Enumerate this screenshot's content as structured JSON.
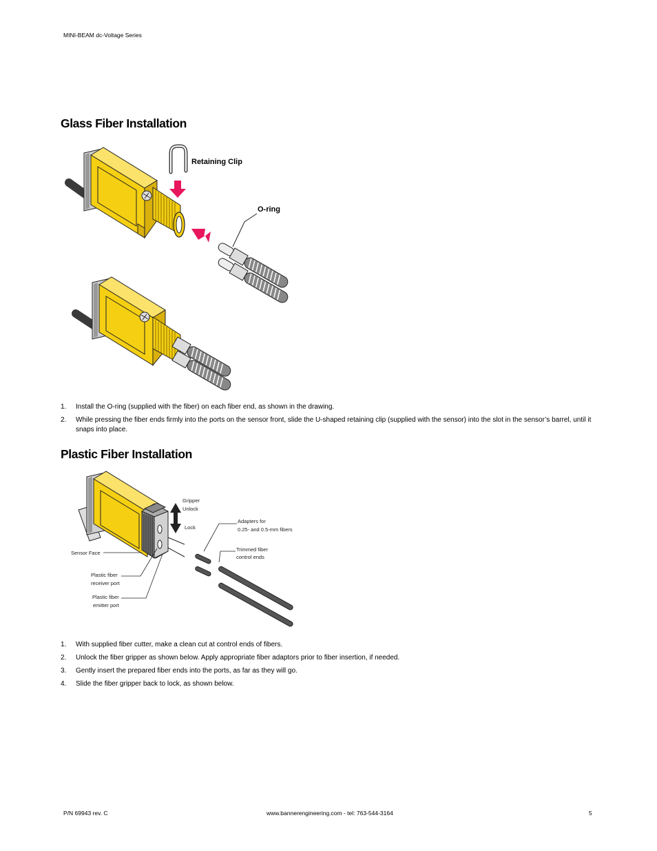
{
  "header": {
    "series": "MINI-BEAM dc-Voltage Series"
  },
  "glass": {
    "title": "Glass Fiber Installation",
    "labels": {
      "clip": "Retaining  Clip",
      "oring": "O-ring"
    },
    "steps": [
      {
        "num": "1.",
        "text": "Install the O-ring (supplied with the fiber) on each fiber end, as shown in the drawing."
      },
      {
        "num": "2.",
        "text": "While pressing the fiber ends firmly into the ports on the sensor front, slide the U-shaped retaining clip (supplied with the sensor) into the slot in the sensor’s barrel, until it snaps into place."
      }
    ]
  },
  "plastic": {
    "title": "Plastic Fiber Installation",
    "labels": {
      "gripper": "Gripper",
      "unlock": "Unlock",
      "lock": "Lock",
      "adapters_1": "Adapters for",
      "adapters_2": "0.25- and 0.5-mm fibers",
      "trimmed_1": "Trimmed fiber",
      "trimmed_2": "control ends",
      "sensor_face": "Sensor Face",
      "receiver_1": "Plastic fiber",
      "receiver_2": "receiver port",
      "emitter_1": "Plastic fiber",
      "emitter_2": "emitter port"
    },
    "steps": [
      {
        "num": "1.",
        "text": "With supplied fiber cutter, make a clean cut at control ends of fibers."
      },
      {
        "num": "2.",
        "text": "Unlock the fiber gripper as shown below. Apply appropriate fiber adaptors prior to fiber insertion, if needed."
      },
      {
        "num": "3.",
        "text": "Gently insert the prepared fiber ends into the ports, as far as they will go."
      },
      {
        "num": "4.",
        "text": "Slide the fiber gripper back to lock, as shown below."
      }
    ]
  },
  "footer": {
    "part_number": "P/N 69943 rev. C",
    "contact": "www.bannerengineering.com - tel: 763-544-3164",
    "page": "5"
  },
  "colors": {
    "sensor_yellow": "#F5CF12",
    "arrow_pink": "#E8175D",
    "cable": "#3a3a3a"
  }
}
